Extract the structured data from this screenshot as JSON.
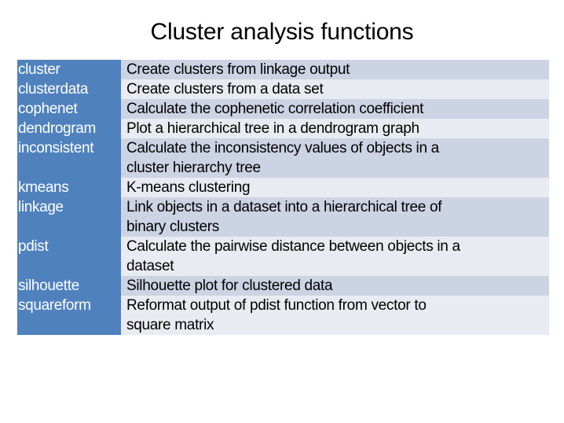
{
  "slide": {
    "title": "Cluster analysis functions",
    "accent_color": "#4f81bd",
    "band_color_a": "#ccd3e3",
    "band_color_b": "#e8ecf2",
    "name_text_color": "#ffffff",
    "desc_text_color": "#000000"
  },
  "table": {
    "rows": [
      {
        "name": "cluster",
        "lines": [
          "Create clusters from linkage output"
        ]
      },
      {
        "name": "clusterdata",
        "lines": [
          "Create clusters from a data set"
        ]
      },
      {
        "name": "cophenet",
        "lines": [
          "Calculate the cophenetic correlation coefficient"
        ]
      },
      {
        "name": "dendrogram",
        "lines": [
          "Plot a hierarchical tree in a dendrogram graph"
        ]
      },
      {
        "name": "inconsistent",
        "lines": [
          "Calculate the inconsistency values of objects in a",
          "cluster hierarchy tree"
        ]
      },
      {
        "name": "kmeans",
        "lines": [
          "K-means clustering"
        ]
      },
      {
        "name": "linkage",
        "lines": [
          "Link objects in a dataset into a hierarchical tree of",
          "binary clusters"
        ]
      },
      {
        "name": "pdist",
        "lines": [
          "Calculate the pairwise distance between objects in a",
          "dataset"
        ]
      },
      {
        "name": "silhouette",
        "lines": [
          "Silhouette plot for clustered data"
        ]
      },
      {
        "name": "squareform",
        "lines": [
          "Reformat output of pdist function from vector to",
          "square matrix"
        ]
      }
    ]
  }
}
